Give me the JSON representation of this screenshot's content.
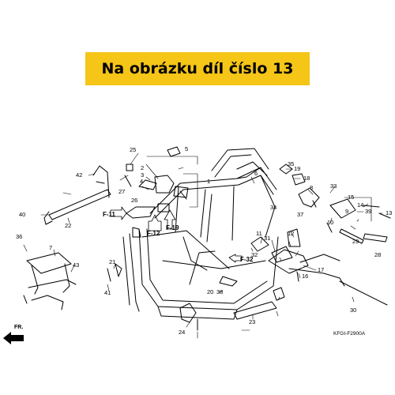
{
  "banner": {
    "text": "Na obrázku díl číslo 13"
  },
  "diagram": {
    "figure_refs": [
      "F-11",
      "F-12",
      "F-19",
      "F-32"
    ],
    "diagram_code": "KFGI-F2900A",
    "front_label": "FR.",
    "parts": [
      "1",
      "2",
      "3",
      "4",
      "5",
      "6",
      "7",
      "8",
      "9",
      "10",
      "11",
      "12",
      "13",
      "14",
      "15",
      "16",
      "17",
      "18",
      "19",
      "20",
      "21",
      "22",
      "23",
      "24",
      "25",
      "26",
      "27",
      "28",
      "29",
      "30",
      "31",
      "32",
      "33",
      "34",
      "35",
      "36",
      "37",
      "38",
      "39",
      "40",
      "41",
      "42",
      "43"
    ]
  },
  "colors": {
    "banner_bg": "#f5c518",
    "line": "#000000"
  }
}
